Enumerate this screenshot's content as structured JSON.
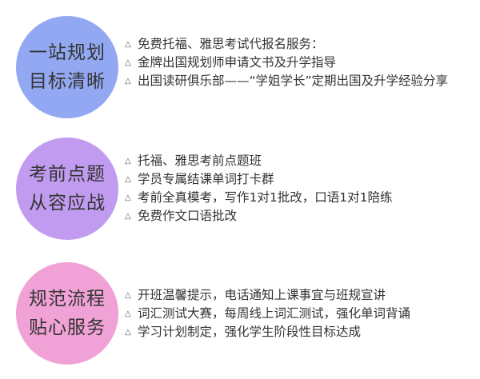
{
  "sections": [
    {
      "circle": {
        "line1": "一站规划",
        "line2": "目标清晰",
        "color": "#93a8f2"
      },
      "items": [
        "免费托福、雅思考试代报名服务：",
        "金牌出国规划师申请文书及升学指导",
        "出国读研俱乐部——“学姐学长”定期出国及升学经验分享"
      ]
    },
    {
      "circle": {
        "line1": "考前点题",
        "line2": "从容应战",
        "color": "#c19bef"
      },
      "items": [
        "托福、雅思考前点题班",
        "学员专属结课单词打卡群",
        "考前全真模考，写作1对1批改，口语1对1陪练",
        "免费作文口语批改"
      ]
    },
    {
      "circle": {
        "line1": "规范流程",
        "line2": "贴心服务",
        "color": "#f0a2d6"
      },
      "items": [
        "开班温馨提示，电话通知上课事宜与班规宣讲",
        "词汇测试大赛，每周线上词汇测试，强化单词背诵",
        "学习计划制定，强化学生阶段性目标达成"
      ]
    }
  ],
  "bullet_glyph": "△"
}
